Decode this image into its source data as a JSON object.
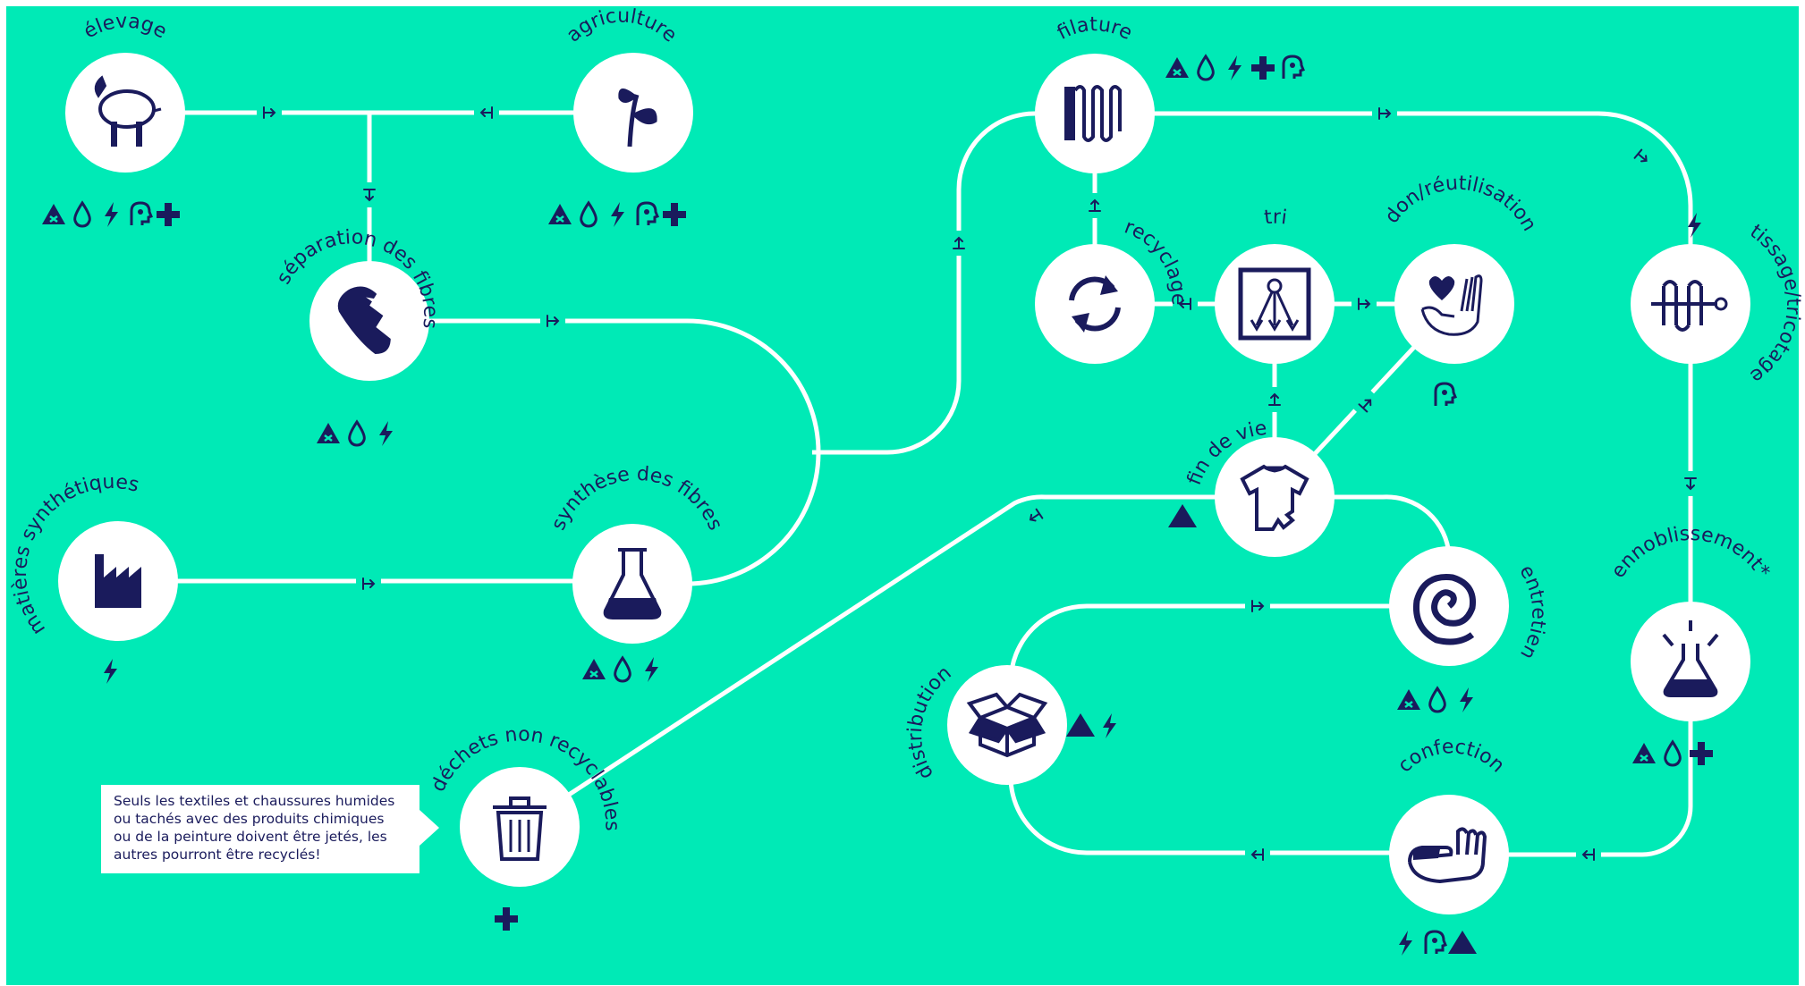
{
  "colors": {
    "background": "#00eab6",
    "ink": "#1a1b5c",
    "line": "#ffffff"
  },
  "nodes": {
    "elevage": {
      "label": "élevage",
      "icon": "sheep-icon"
    },
    "agriculture": {
      "label": "agriculture",
      "icon": "sprout-icon"
    },
    "separation": {
      "label": "séparation des fibres",
      "icon": "fiber-separation-icon"
    },
    "matieres": {
      "label": "matières synthétiques",
      "icon": "factory-icon"
    },
    "synthese": {
      "label": "synthèse des fibres",
      "icon": "flask-icon"
    },
    "filature": {
      "label": "filature",
      "icon": "spinning-thread-icon"
    },
    "recyclage": {
      "label": "recyclage",
      "icon": "recycle-arrows-icon"
    },
    "tri": {
      "label": "tri",
      "icon": "sorting-icon"
    },
    "don": {
      "label": "don/réutilisation",
      "icon": "heart-hand-icon"
    },
    "tissage": {
      "label": "tissage/tricotage",
      "icon": "weaving-needle-icon"
    },
    "finDeVie": {
      "label": "fin de vie",
      "icon": "torn-tshirt-icon"
    },
    "entretien": {
      "label": "entretien",
      "icon": "spiral-icon"
    },
    "ennoblissement": {
      "label": "ennoblissement*",
      "icon": "flask-sparkle-icon"
    },
    "distribution": {
      "label": "distribution",
      "icon": "open-box-icon"
    },
    "dechets": {
      "label": "déchets non recyclables",
      "icon": "trash-can-icon"
    },
    "confection": {
      "label": "confection",
      "icon": "hand-icon"
    }
  },
  "impact_icons": {
    "legend": [
      "toxic-triangle-icon",
      "water-drop-icon",
      "lightning-icon",
      "head-health-icon",
      "cross-icon",
      "triangle-icon"
    ],
    "elevage": [
      "toxic-triangle-icon",
      "water-drop-icon",
      "lightning-icon",
      "head-health-icon",
      "cross-icon"
    ],
    "agriculture": [
      "toxic-triangle-icon",
      "water-drop-icon",
      "lightning-icon",
      "head-health-icon",
      "cross-icon"
    ],
    "separation": [
      "toxic-triangle-icon",
      "water-drop-icon",
      "lightning-icon"
    ],
    "matieres": [
      "lightning-icon"
    ],
    "synthese": [
      "toxic-triangle-icon",
      "water-drop-icon",
      "lightning-icon"
    ],
    "filature": [
      "toxic-triangle-icon",
      "water-drop-icon",
      "lightning-icon",
      "cross-icon",
      "head-health-icon"
    ],
    "don": [
      "head-health-icon"
    ],
    "tissage": [
      "lightning-icon"
    ],
    "finDeVie": [
      "triangle-icon"
    ],
    "entretien": [
      "toxic-triangle-icon",
      "water-drop-icon",
      "lightning-icon"
    ],
    "ennoblissement": [
      "toxic-triangle-icon",
      "water-drop-icon",
      "cross-icon"
    ],
    "distribution": [
      "triangle-icon",
      "lightning-icon"
    ],
    "dechets": [
      "cross-icon"
    ],
    "confection": [
      "lightning-icon",
      "head-health-icon",
      "triangle-icon"
    ]
  },
  "callout": {
    "lines": [
      "Seuls les textiles et chaussures humides",
      "ou tachés avec des produits chimiques",
      "ou de la peinture doivent être jetés, les",
      "autres pourront être recyclés!"
    ]
  }
}
